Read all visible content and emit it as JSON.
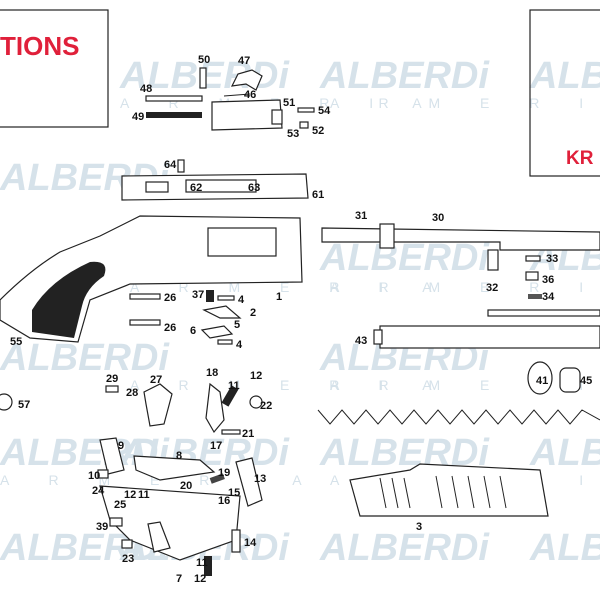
{
  "header_left": {
    "title": "TIONS"
  },
  "header_right": {
    "title": "KR"
  },
  "watermark": {
    "brand": "ALBERDi",
    "sub": "A R M E R I A"
  },
  "colors": {
    "accent": "#e0203a",
    "watermark": "#d6e2ea",
    "ink": "#222222"
  },
  "parts": {
    "p1": "1",
    "p2": "2",
    "p3": "3",
    "p4a": "4",
    "p4b": "4",
    "p5": "5",
    "p6": "6",
    "p7": "7",
    "p8": "8",
    "p9": "9",
    "p10": "10",
    "p11a": "11",
    "p11b": "11",
    "p11c": "11",
    "p12a": "12",
    "p12b": "12",
    "p12c": "12",
    "p13": "13",
    "p14": "14",
    "p15": "15",
    "p16": "16",
    "p17": "17",
    "p18": "18",
    "p19": "19",
    "p20": "20",
    "p21": "21",
    "p22": "22",
    "p23": "23",
    "p24": "24",
    "p25": "25",
    "p26a": "26",
    "p26b": "26",
    "p27": "27",
    "p28": "28",
    "p29": "29",
    "p30": "30",
    "p31": "31",
    "p32": "32",
    "p33": "33",
    "p34": "34",
    "p36": "36",
    "p37": "37",
    "p39": "39",
    "p41": "41",
    "p43": "43",
    "p45": "45",
    "p46": "46",
    "p47": "47",
    "p48": "48",
    "p49": "49",
    "p50": "50",
    "p51": "51",
    "p52": "52",
    "p53": "53",
    "p54": "54",
    "p55": "55",
    "p57": "57",
    "p61": "61",
    "p62": "62",
    "p63": "63",
    "p64": "64"
  }
}
